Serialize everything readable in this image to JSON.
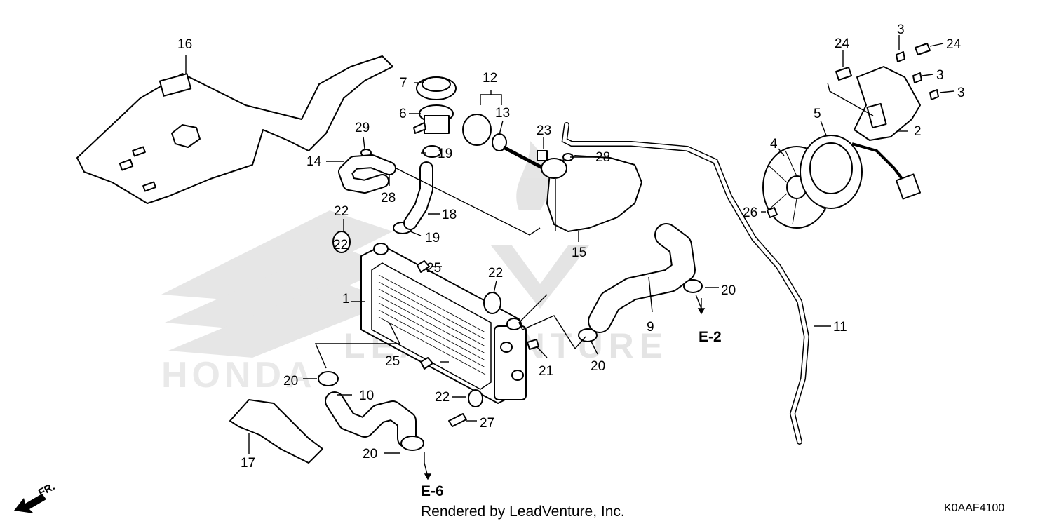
{
  "diagram": {
    "part_numbers": [
      "1",
      "2",
      "3",
      "3",
      "3",
      "4",
      "5",
      "6",
      "7",
      "9",
      "10",
      "11",
      "12",
      "13",
      "14",
      "15",
      "16",
      "17",
      "18",
      "19",
      "19",
      "20",
      "20",
      "20",
      "20",
      "21",
      "22",
      "22",
      "22",
      "22",
      "23",
      "24",
      "24",
      "25",
      "25",
      "26",
      "27",
      "28",
      "28",
      "29"
    ],
    "references": {
      "e2": "E-2",
      "e6": "E-6"
    },
    "direction": "FR.",
    "watermark": {
      "brand_text": "LEADVENTURE",
      "honda_text": "HONDA"
    }
  },
  "footer": {
    "credit": "Rendered by LeadVenture, Inc.",
    "code": "K0AAF4100"
  }
}
